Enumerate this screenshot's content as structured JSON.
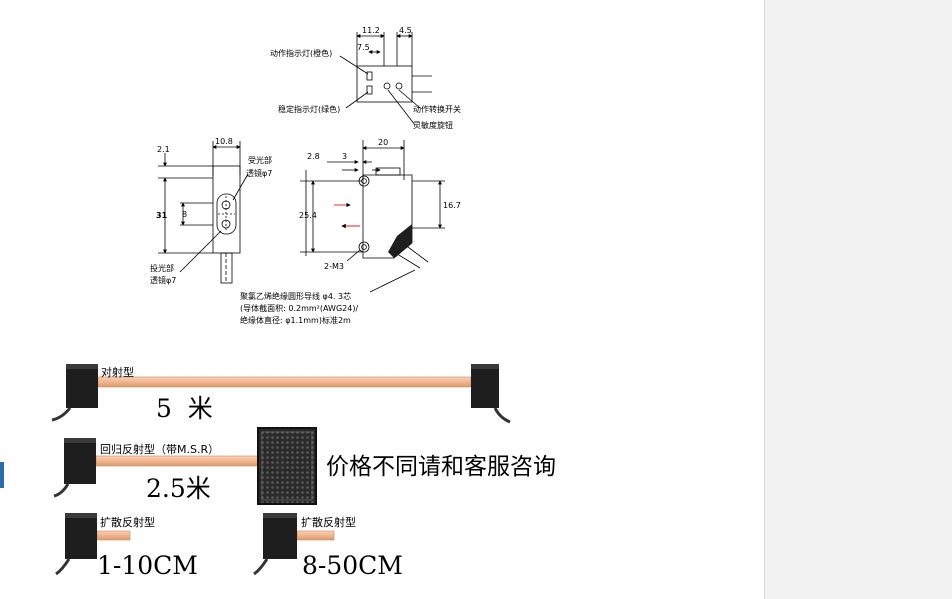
{
  "top_view": {
    "dims": [
      "11.2",
      "4.5",
      "7.5"
    ],
    "callouts": [
      "动作指示灯(橙色)",
      "稳定指示灯(绿色)",
      "动作转换开关",
      "灵敏度旋钮"
    ]
  },
  "front_view": {
    "dims": [
      "2.1",
      "10.8",
      "31",
      "8"
    ],
    "callouts": [
      "受光部",
      "透镜φ7",
      "投光部",
      "透镜φ7"
    ]
  },
  "side_view": {
    "dims": [
      "20",
      "2.8",
      "3",
      "16.7",
      "25.4"
    ],
    "hole_label": "2-M3",
    "cable_note": [
      "聚氯乙烯绝缘圆形导线 φ4. 3芯",
      "(导体截面积: 0.2mm²(AWG24)/",
      "绝缘体直径: φ1.1mm)标准2m"
    ]
  },
  "types": [
    {
      "name": "对射型",
      "distance": "5  米"
    },
    {
      "name": "回归反射型（带M.S.R）",
      "distance": "2.5米"
    },
    {
      "name": "扩散反射型",
      "distance": "1-10CM"
    },
    {
      "name": "扩散反射型",
      "distance": "8-50CM"
    }
  ],
  "price_note": "价格不同请和客服咨询",
  "colors": {
    "beam": "#f0b48c",
    "beam_edge": "#c98a60",
    "sensor": "#1e1e1e",
    "panel": "#f2f2f2"
  }
}
